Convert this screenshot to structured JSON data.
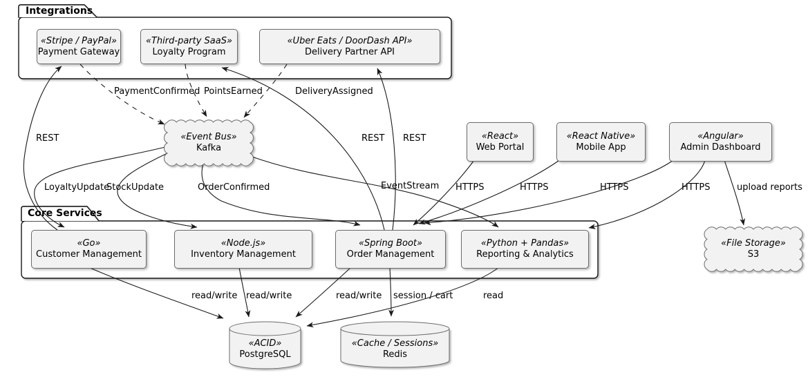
{
  "colors": {
    "background": "#ffffff",
    "node_fill": "#f2f2f2",
    "node_border": "#6b6b6b",
    "edge": "#1a1a1a",
    "frame_border": "#181818"
  },
  "frames": {
    "integrations": {
      "label": "Integrations"
    },
    "core_services": {
      "label": "Core Services"
    }
  },
  "nodes": {
    "payment_gateway": {
      "stereotype": "«Stripe / PayPal»",
      "name": "Payment Gateway",
      "shape": "rectangle"
    },
    "loyalty_program": {
      "stereotype": "«Third-party SaaS»",
      "name": "Loyalty Program",
      "shape": "rectangle"
    },
    "delivery_api": {
      "stereotype": "«Uber Eats / DoorDash API»",
      "name": "Delivery Partner API",
      "shape": "rectangle"
    },
    "kafka": {
      "stereotype": "«Event Bus»",
      "name": "Kafka",
      "shape": "cloud"
    },
    "web_portal": {
      "stereotype": "«React»",
      "name": "Web Portal",
      "shape": "rectangle"
    },
    "mobile_app": {
      "stereotype": "«React Native»",
      "name": "Mobile App",
      "shape": "rectangle"
    },
    "admin_dashboard": {
      "stereotype": "«Angular»",
      "name": "Admin Dashboard",
      "shape": "rectangle"
    },
    "customer_mgmt": {
      "stereotype": "«Go»",
      "name": "Customer Management",
      "shape": "rectangle"
    },
    "inventory_mgmt": {
      "stereotype": "«Node.js»",
      "name": "Inventory Management",
      "shape": "rectangle"
    },
    "order_mgmt": {
      "stereotype": "«Spring Boot»",
      "name": "Order Management",
      "shape": "rectangle"
    },
    "reporting": {
      "stereotype": "«Python + Pandas»",
      "name": "Reporting & Analytics",
      "shape": "rectangle"
    },
    "s3": {
      "stereotype": "«File Storage»",
      "name": "S3",
      "shape": "cloud"
    },
    "postgresql": {
      "stereotype": "«ACID»",
      "name": "PostgreSQL",
      "shape": "database"
    },
    "redis": {
      "stereotype": "«Cache / Sessions»",
      "name": "Redis",
      "shape": "database"
    }
  },
  "edge_labels": {
    "payment_confirmed": "PaymentConfirmed",
    "points_earned": "PointsEarned",
    "delivery_assigned": "DeliveryAssigned",
    "rest_pg": "REST",
    "rest_lp": "REST",
    "rest_dpa": "REST",
    "loyalty_update": "LoyaltyUpdate",
    "stock_update": "StockUpdate",
    "order_confirmed": "OrderConfirmed",
    "event_stream": "EventStream",
    "https_web": "HTTPS",
    "https_mobile": "HTTPS",
    "https_admin_order": "HTTPS",
    "https_admin_report": "HTTPS",
    "upload_reports": "upload reports",
    "rw_customer": "read/write",
    "rw_inventory": "read/write",
    "rw_order": "read/write",
    "session_cart": "session / cart",
    "read_reporting": "read"
  },
  "edges": [
    {
      "from": "customer_mgmt",
      "to": "payment_gateway",
      "label": "REST",
      "style": "solid"
    },
    {
      "from": "payment_gateway",
      "to": "kafka",
      "label": "PaymentConfirmed",
      "style": "dashed"
    },
    {
      "from": "loyalty_program",
      "to": "kafka",
      "label": "PointsEarned",
      "style": "dashed"
    },
    {
      "from": "delivery_api",
      "to": "kafka",
      "label": "DeliveryAssigned",
      "style": "dashed"
    },
    {
      "from": "order_mgmt",
      "to": "loyalty_program",
      "label": "REST",
      "style": "solid"
    },
    {
      "from": "order_mgmt",
      "to": "delivery_api",
      "label": "REST",
      "style": "solid"
    },
    {
      "from": "kafka",
      "to": "customer_mgmt",
      "label": "LoyaltyUpdate",
      "style": "solid"
    },
    {
      "from": "kafka",
      "to": "inventory_mgmt",
      "label": "StockUpdate",
      "style": "solid"
    },
    {
      "from": "kafka",
      "to": "order_mgmt",
      "label": "OrderConfirmed",
      "style": "solid"
    },
    {
      "from": "kafka",
      "to": "reporting",
      "label": "EventStream",
      "style": "solid"
    },
    {
      "from": "web_portal",
      "to": "order_mgmt",
      "label": "HTTPS",
      "style": "solid"
    },
    {
      "from": "mobile_app",
      "to": "order_mgmt",
      "label": "HTTPS",
      "style": "solid"
    },
    {
      "from": "admin_dashboard",
      "to": "order_mgmt",
      "label": "HTTPS",
      "style": "solid"
    },
    {
      "from": "admin_dashboard",
      "to": "reporting",
      "label": "HTTPS",
      "style": "solid"
    },
    {
      "from": "admin_dashboard",
      "to": "s3",
      "label": "upload reports",
      "style": "solid"
    },
    {
      "from": "customer_mgmt",
      "to": "postgresql",
      "label": "read/write",
      "style": "solid"
    },
    {
      "from": "inventory_mgmt",
      "to": "postgresql",
      "label": "read/write",
      "style": "solid"
    },
    {
      "from": "order_mgmt",
      "to": "postgresql",
      "label": "read/write",
      "style": "solid"
    },
    {
      "from": "order_mgmt",
      "to": "redis",
      "label": "session / cart",
      "style": "solid"
    },
    {
      "from": "reporting",
      "to": "postgresql",
      "label": "read",
      "style": "solid"
    }
  ]
}
